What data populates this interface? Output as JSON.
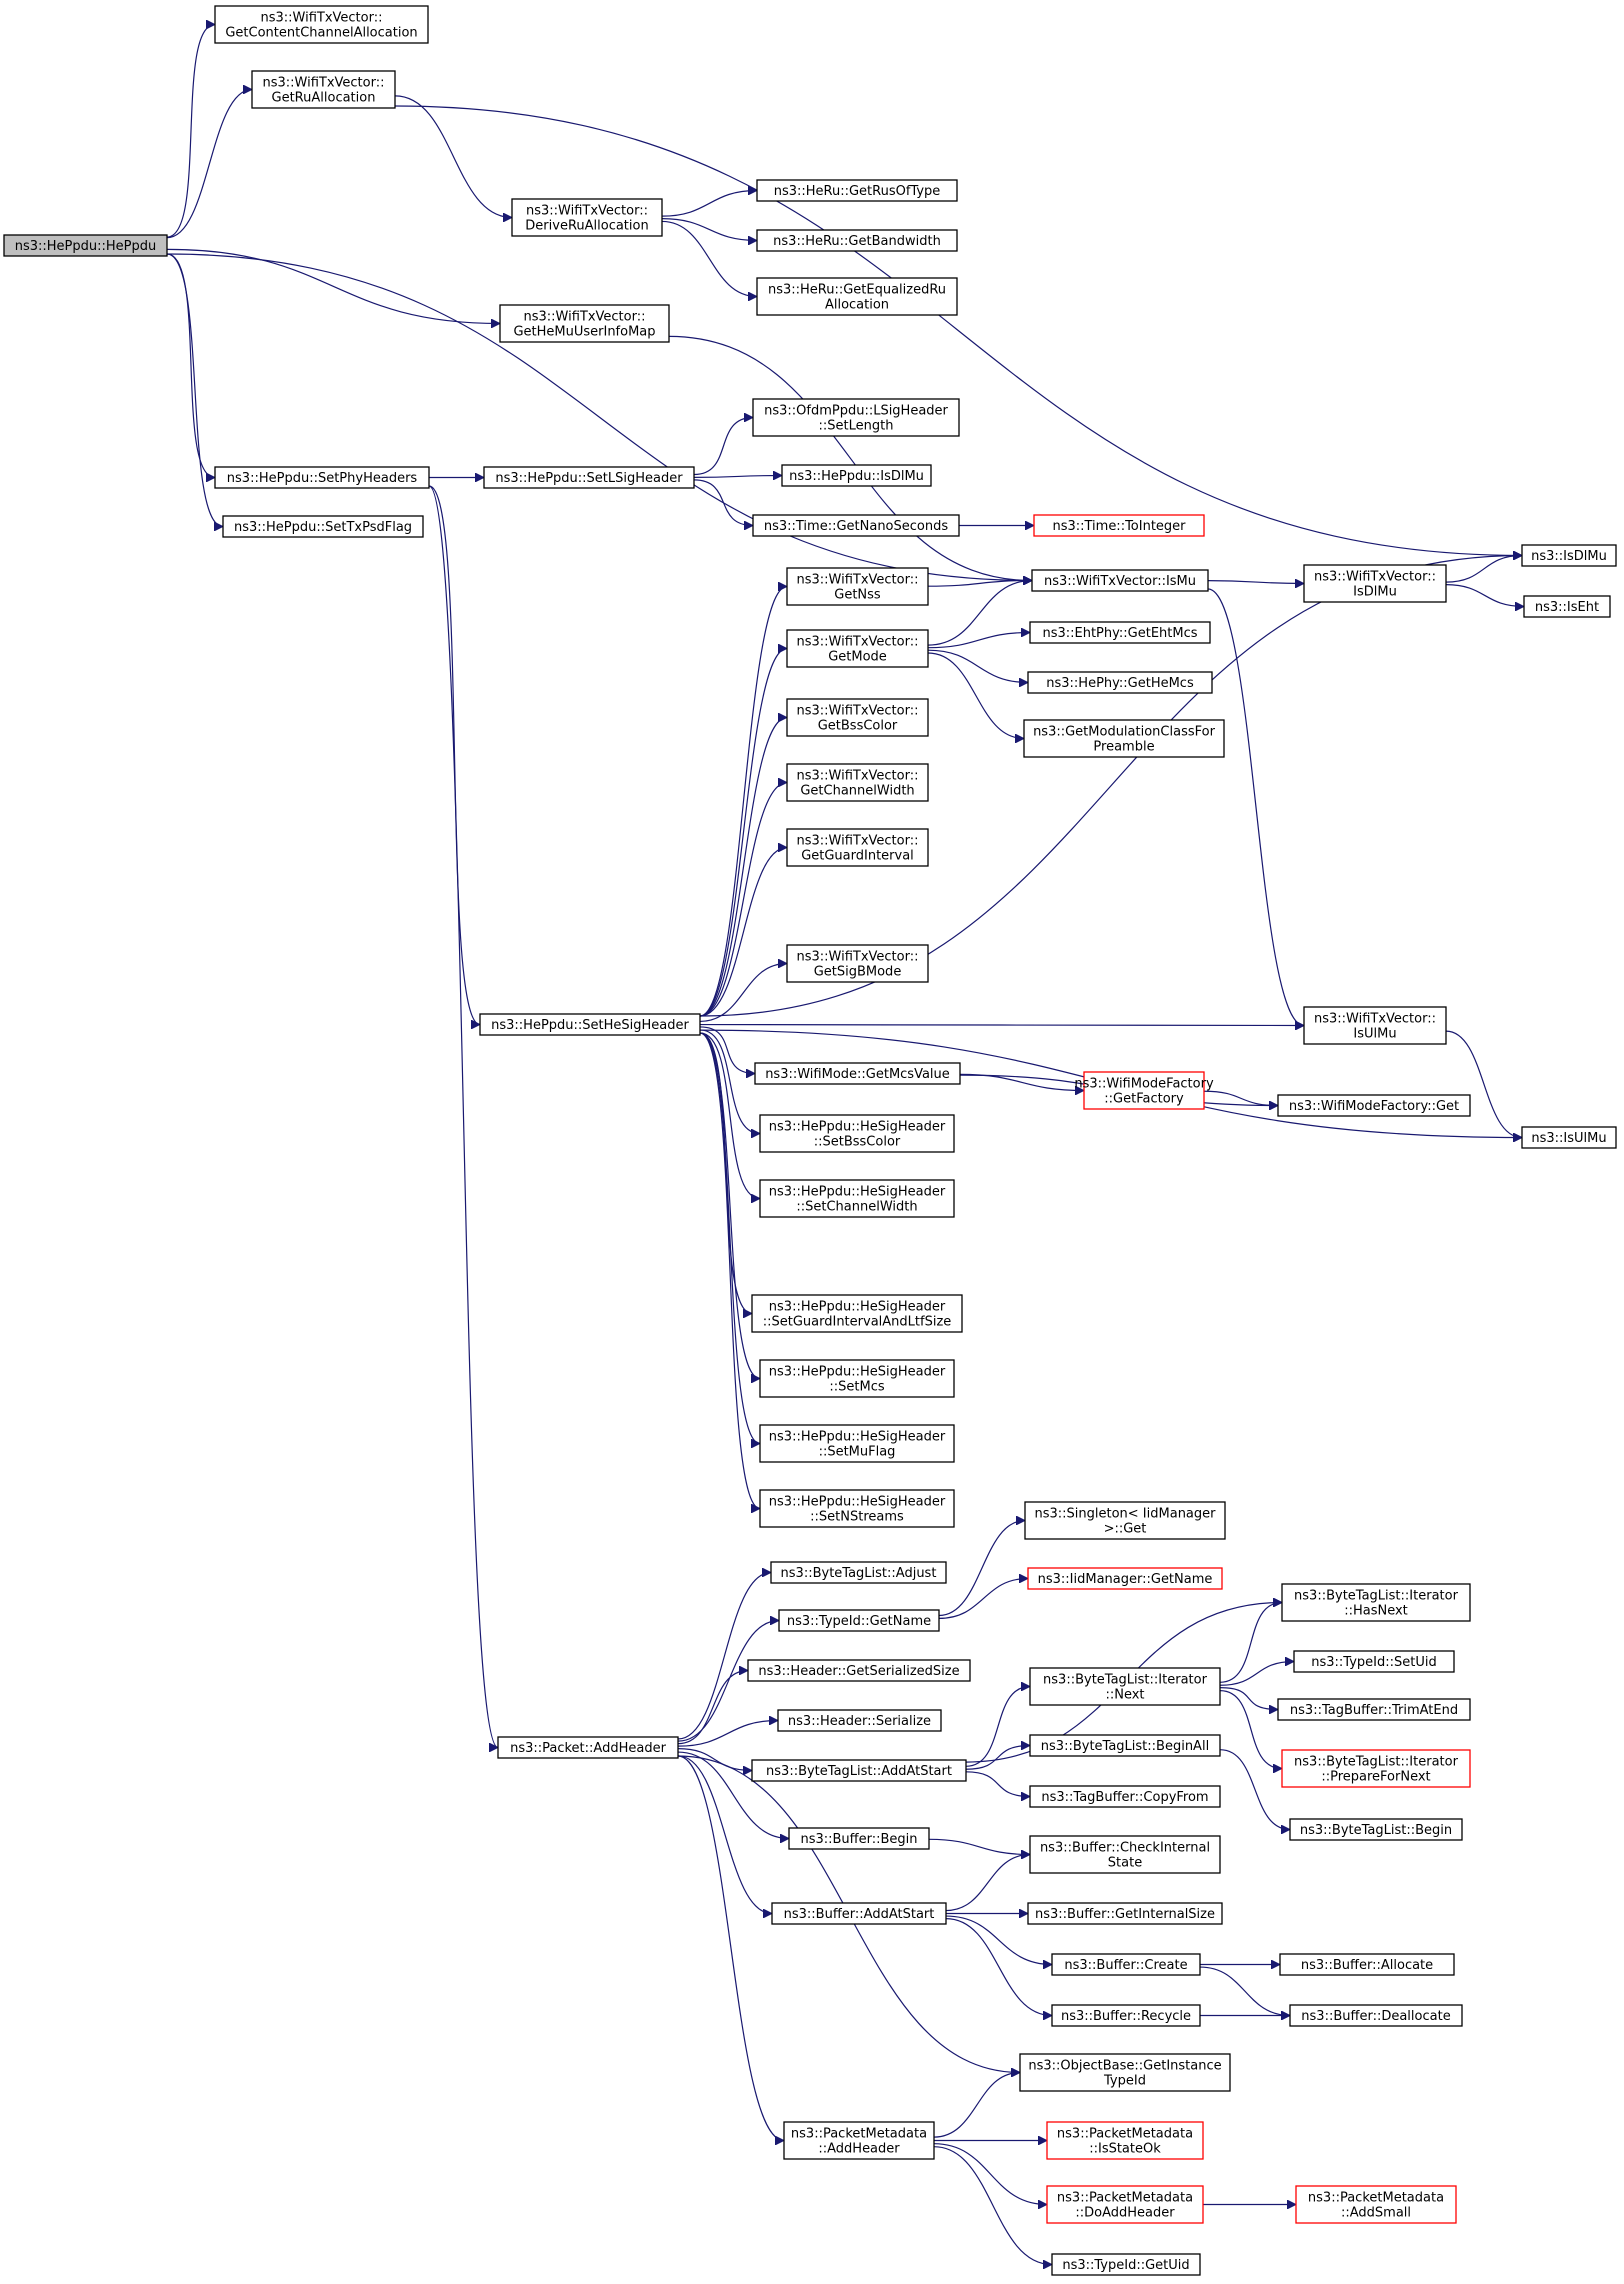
{
  "colors": {
    "edge": "#191970",
    "node_border": "#000000",
    "external_border": "#ff0000",
    "root_fill": "#bfbfbf",
    "node_fill": "#ffffff"
  },
  "nodes": {
    "hepdu": {
      "lines": [
        "ns3::HePpdu::HePpdu"
      ],
      "root": true
    },
    "getContentChannel": {
      "lines": [
        "ns3::WifiTxVector::",
        "GetContentChannelAllocation"
      ]
    },
    "getRuAlloc": {
      "lines": [
        "ns3::WifiTxVector::",
        "GetRuAllocation"
      ]
    },
    "deriveRu": {
      "lines": [
        "ns3::WifiTxVector::",
        "DeriveRuAllocation"
      ]
    },
    "getRusOfType": {
      "lines": [
        "ns3::HeRu::GetRusOfType"
      ]
    },
    "getBandwidth": {
      "lines": [
        "ns3::HeRu::GetBandwidth"
      ]
    },
    "getEqualizedRu": {
      "lines": [
        "ns3::HeRu::GetEqualizedRu",
        "Allocation"
      ]
    },
    "getHeMuUserInfo": {
      "lines": [
        "ns3::WifiTxVector::",
        "GetHeMuUserInfoMap"
      ]
    },
    "setPhyHeaders": {
      "lines": [
        "ns3::HePpdu::SetPhyHeaders"
      ]
    },
    "setTxPsdFlag": {
      "lines": [
        "ns3::HePpdu::SetTxPsdFlag"
      ]
    },
    "setLSig": {
      "lines": [
        "ns3::HePpdu::SetLSigHeader"
      ]
    },
    "lsigSetLength": {
      "lines": [
        "ns3::OfdmPpdu::LSigHeader",
        "::SetLength"
      ]
    },
    "isDlMuPpdu": {
      "lines": [
        "ns3::HePpdu::IsDlMu"
      ]
    },
    "getNanoSeconds": {
      "lines": [
        "ns3::Time::GetNanoSeconds"
      ]
    },
    "toInteger": {
      "lines": [
        "ns3::Time::ToInteger"
      ],
      "external": true
    },
    "getNss": {
      "lines": [
        "ns3::WifiTxVector::",
        "GetNss"
      ]
    },
    "wtvIsMu": {
      "lines": [
        "ns3::WifiTxVector::IsMu"
      ]
    },
    "wtvIsDlMu": {
      "lines": [
        "ns3::WifiTxVector::",
        "IsDlMu"
      ]
    },
    "isDlMu": {
      "lines": [
        "ns3::IsDlMu"
      ]
    },
    "isEht": {
      "lines": [
        "ns3::IsEht"
      ]
    },
    "getMode": {
      "lines": [
        "ns3::WifiTxVector::",
        "GetMode"
      ]
    },
    "getEhtMcs": {
      "lines": [
        "ns3::EhtPhy::GetEhtMcs"
      ]
    },
    "getHeMcs": {
      "lines": [
        "ns3::HePhy::GetHeMcs"
      ]
    },
    "getModClass": {
      "lines": [
        "ns3::GetModulationClassFor",
        "Preamble"
      ]
    },
    "getBssColor": {
      "lines": [
        "ns3::WifiTxVector::",
        "GetBssColor"
      ]
    },
    "getChannelWidth": {
      "lines": [
        "ns3::WifiTxVector::",
        "GetChannelWidth"
      ]
    },
    "getGuardInterval": {
      "lines": [
        "ns3::WifiTxVector::",
        "GetGuardInterval"
      ]
    },
    "getSigBMode": {
      "lines": [
        "ns3::WifiTxVector::",
        "GetSigBMode"
      ]
    },
    "setHeSig": {
      "lines": [
        "ns3::HePpdu::SetHeSigHeader"
      ]
    },
    "wtvIsUlMu": {
      "lines": [
        "ns3::WifiTxVector::",
        "IsUlMu"
      ]
    },
    "isUlMu": {
      "lines": [
        "ns3::IsUlMu"
      ]
    },
    "getMcsValue": {
      "lines": [
        "ns3::WifiMode::GetMcsValue"
      ]
    },
    "getFactory": {
      "lines": [
        "ns3::WifiModeFactory",
        "::GetFactory"
      ],
      "external": true
    },
    "factoryGet": {
      "lines": [
        "ns3::WifiModeFactory::Get"
      ]
    },
    "setBssColor": {
      "lines": [
        "ns3::HePpdu::HeSigHeader",
        "::SetBssColor"
      ]
    },
    "setChannelWidth": {
      "lines": [
        "ns3::HePpdu::HeSigHeader",
        "::SetChannelWidth"
      ]
    },
    "setGiLtf": {
      "lines": [
        "ns3::HePpdu::HeSigHeader",
        "::SetGuardIntervalAndLtfSize"
      ]
    },
    "setMcs": {
      "lines": [
        "ns3::HePpdu::HeSigHeader",
        "::SetMcs"
      ]
    },
    "setMuFlag": {
      "lines": [
        "ns3::HePpdu::HeSigHeader",
        "::SetMuFlag"
      ]
    },
    "setNStreams": {
      "lines": [
        "ns3::HePpdu::HeSigHeader",
        "::SetNStreams"
      ]
    },
    "addHeader": {
      "lines": [
        "ns3::Packet::AddHeader"
      ]
    },
    "btlAdjust": {
      "lines": [
        "ns3::ByteTagList::Adjust"
      ]
    },
    "typeIdGetName": {
      "lines": [
        "ns3::TypeId::GetName"
      ]
    },
    "singletonGet": {
      "lines": [
        "ns3::Singleton< IidManager",
        ">::Get"
      ]
    },
    "iidGetName": {
      "lines": [
        "ns3::IidManager::GetName"
      ],
      "external": true
    },
    "getSerializedSize": {
      "lines": [
        "ns3::Header::GetSerializedSize"
      ]
    },
    "headerSerialize": {
      "lines": [
        "ns3::Header::Serialize"
      ]
    },
    "btlAddAtStart": {
      "lines": [
        "ns3::ByteTagList::AddAtStart"
      ]
    },
    "iterHasNext": {
      "lines": [
        "ns3::ByteTagList::Iterator",
        "::HasNext"
      ]
    },
    "iterNext": {
      "lines": [
        "ns3::ByteTagList::Iterator",
        "::Next"
      ]
    },
    "typeIdSetUid": {
      "lines": [
        "ns3::TypeId::SetUid"
      ]
    },
    "trimAtEnd": {
      "lines": [
        "ns3::TagBuffer::TrimAtEnd"
      ]
    },
    "prepareForNext": {
      "lines": [
        "ns3::ByteTagList::Iterator",
        "::PrepareForNext"
      ],
      "external": true
    },
    "beginAll": {
      "lines": [
        "ns3::ByteTagList::BeginAll"
      ]
    },
    "copyFrom": {
      "lines": [
        "ns3::TagBuffer::CopyFrom"
      ]
    },
    "btlBegin": {
      "lines": [
        "ns3::ByteTagList::Begin"
      ]
    },
    "bufBegin": {
      "lines": [
        "ns3::Buffer::Begin"
      ]
    },
    "checkInternal": {
      "lines": [
        "ns3::Buffer::CheckInternal",
        "State"
      ]
    },
    "bufAddAtStart": {
      "lines": [
        "ns3::Buffer::AddAtStart"
      ]
    },
    "getInternalSize": {
      "lines": [
        "ns3::Buffer::GetInternalSize"
      ]
    },
    "bufCreate": {
      "lines": [
        "ns3::Buffer::Create"
      ]
    },
    "bufAllocate": {
      "lines": [
        "ns3::Buffer::Allocate"
      ]
    },
    "bufRecycle": {
      "lines": [
        "ns3::Buffer::Recycle"
      ]
    },
    "bufDeallocate": {
      "lines": [
        "ns3::Buffer::Deallocate"
      ]
    },
    "getInstanceTypeId": {
      "lines": [
        "ns3::ObjectBase::GetInstance",
        "TypeId"
      ]
    },
    "pmAddHeader": {
      "lines": [
        "ns3::PacketMetadata",
        "::AddHeader"
      ]
    },
    "pmIsStateOk": {
      "lines": [
        "ns3::PacketMetadata",
        "::IsStateOk"
      ],
      "external": true
    },
    "pmDoAddHeader": {
      "lines": [
        "ns3::PacketMetadata",
        "::DoAddHeader"
      ],
      "external": true
    },
    "pmAddSmall": {
      "lines": [
        "ns3::PacketMetadata",
        "::AddSmall"
      ],
      "external": true
    },
    "typeIdGetUid": {
      "lines": [
        "ns3::TypeId::GetUid"
      ]
    }
  },
  "edges": [
    [
      "hepdu",
      "getContentChannel"
    ],
    [
      "hepdu",
      "getRuAlloc"
    ],
    [
      "hepdu",
      "wtvIsMu"
    ],
    [
      "hepdu",
      "getHeMuUserInfo"
    ],
    [
      "hepdu",
      "setPhyHeaders"
    ],
    [
      "hepdu",
      "setTxPsdFlag"
    ],
    [
      "getRuAlloc",
      "isDlMu"
    ],
    [
      "getRuAlloc",
      "deriveRu"
    ],
    [
      "deriveRu",
      "getRusOfType"
    ],
    [
      "deriveRu",
      "getBandwidth"
    ],
    [
      "deriveRu",
      "getEqualizedRu"
    ],
    [
      "getHeMuUserInfo",
      "wtvIsMu"
    ],
    [
      "setPhyHeaders",
      "setLSig"
    ],
    [
      "setPhyHeaders",
      "setHeSig"
    ],
    [
      "setPhyHeaders",
      "addHeader"
    ],
    [
      "setLSig",
      "lsigSetLength"
    ],
    [
      "setLSig",
      "isDlMuPpdu"
    ],
    [
      "setLSig",
      "getNanoSeconds"
    ],
    [
      "getNanoSeconds",
      "toInteger"
    ],
    [
      "setHeSig",
      "getNss"
    ],
    [
      "setHeSig",
      "getMode"
    ],
    [
      "setHeSig",
      "getBssColor"
    ],
    [
      "setHeSig",
      "getChannelWidth"
    ],
    [
      "setHeSig",
      "getGuardInterval"
    ],
    [
      "setHeSig",
      "getSigBMode"
    ],
    [
      "setHeSig",
      "isDlMu"
    ],
    [
      "setHeSig",
      "wtvIsUlMu"
    ],
    [
      "setHeSig",
      "getMcsValue"
    ],
    [
      "setHeSig",
      "setBssColor"
    ],
    [
      "setHeSig",
      "setChannelWidth"
    ],
    [
      "setHeSig",
      "isUlMu"
    ],
    [
      "setHeSig",
      "setGiLtf"
    ],
    [
      "setHeSig",
      "setMcs"
    ],
    [
      "setHeSig",
      "setMuFlag"
    ],
    [
      "setHeSig",
      "setNStreams"
    ],
    [
      "getNss",
      "wtvIsMu"
    ],
    [
      "getMode",
      "wtvIsMu"
    ],
    [
      "getMode",
      "getEhtMcs"
    ],
    [
      "getMode",
      "getHeMcs"
    ],
    [
      "getMode",
      "getModClass"
    ],
    [
      "wtvIsMu",
      "wtvIsDlMu"
    ],
    [
      "wtvIsMu",
      "wtvIsUlMu"
    ],
    [
      "wtvIsDlMu",
      "isDlMu"
    ],
    [
      "wtvIsDlMu",
      "isEht"
    ],
    [
      "wtvIsUlMu",
      "isUlMu"
    ],
    [
      "getMcsValue",
      "factoryGet"
    ],
    [
      "getMcsValue",
      "getFactory"
    ],
    [
      "getFactory",
      "factoryGet"
    ],
    [
      "addHeader",
      "btlAdjust"
    ],
    [
      "addHeader",
      "typeIdGetName"
    ],
    [
      "addHeader",
      "getSerializedSize"
    ],
    [
      "addHeader",
      "headerSerialize"
    ],
    [
      "addHeader",
      "btlAddAtStart"
    ],
    [
      "addHeader",
      "bufBegin"
    ],
    [
      "addHeader",
      "bufAddAtStart"
    ],
    [
      "addHeader",
      "getInstanceTypeId"
    ],
    [
      "addHeader",
      "pmAddHeader"
    ],
    [
      "typeIdGetName",
      "singletonGet"
    ],
    [
      "typeIdGetName",
      "iidGetName"
    ],
    [
      "btlAddAtStart",
      "iterHasNext"
    ],
    [
      "btlAddAtStart",
      "iterNext"
    ],
    [
      "btlAddAtStart",
      "beginAll"
    ],
    [
      "btlAddAtStart",
      "copyFrom"
    ],
    [
      "iterNext",
      "iterHasNext"
    ],
    [
      "iterNext",
      "typeIdSetUid"
    ],
    [
      "iterNext",
      "trimAtEnd"
    ],
    [
      "iterNext",
      "prepareForNext"
    ],
    [
      "beginAll",
      "btlBegin"
    ],
    [
      "bufBegin",
      "checkInternal"
    ],
    [
      "bufAddAtStart",
      "checkInternal"
    ],
    [
      "bufAddAtStart",
      "getInternalSize"
    ],
    [
      "bufAddAtStart",
      "bufCreate"
    ],
    [
      "bufAddAtStart",
      "bufRecycle"
    ],
    [
      "bufCreate",
      "bufAllocate"
    ],
    [
      "bufCreate",
      "bufDeallocate"
    ],
    [
      "bufRecycle",
      "bufDeallocate"
    ],
    [
      "pmAddHeader",
      "getInstanceTypeId"
    ],
    [
      "pmAddHeader",
      "pmIsStateOk"
    ],
    [
      "pmAddHeader",
      "pmDoAddHeader"
    ],
    [
      "pmAddHeader",
      "typeIdGetUid"
    ],
    [
      "pmDoAddHeader",
      "pmAddSmall"
    ]
  ]
}
